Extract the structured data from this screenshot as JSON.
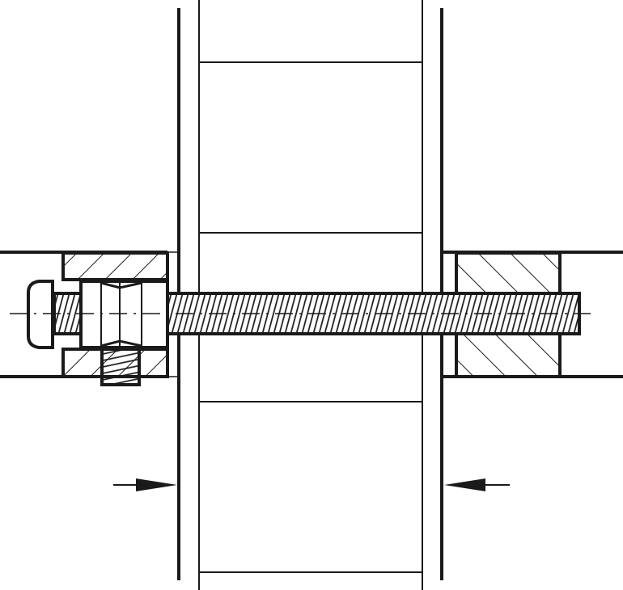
{
  "drawing": {
    "line_color": "#1a1a1a",
    "background": "#ffffff",
    "components": [
      "panel-left",
      "panel-right",
      "center-wall",
      "threaded-rod",
      "connector-nut",
      "screw",
      "grub-screw",
      "dimension-arrows"
    ]
  }
}
